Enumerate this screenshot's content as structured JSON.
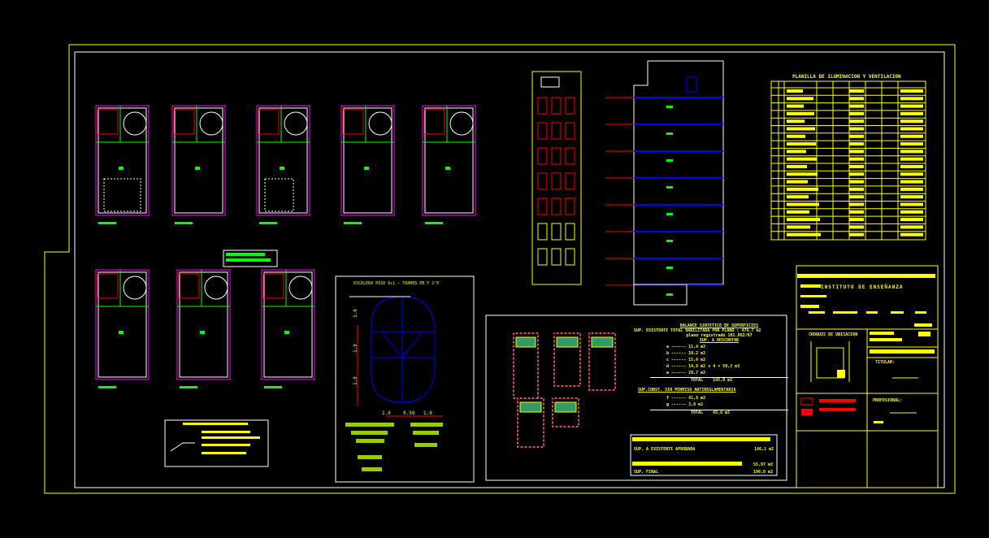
{
  "colors": {
    "bg": "#000000",
    "yellow": "#ffff00",
    "red": "#ff0000",
    "blue": "#0000ff",
    "green": "#00ff00",
    "magenta": "#ff00ff",
    "white": "#ffffff",
    "olive": "#99cc00"
  },
  "lighting_table": {
    "title": "PLANILLA DE ILUMINACION Y VENTILACION"
  },
  "title_block": {
    "institution": "INSTITUTO DE ENSEÑANZA",
    "location_label": "CROQUIS DE UBICACION",
    "owner_label": "TITULAR:",
    "professional_label": "PROFESIONAL:"
  },
  "stair": {
    "title": "ESCALERA PISO 0+1 - TRAMOS PB Y 1°P",
    "dims": [
      "1.0",
      "0.50",
      "1.0"
    ],
    "heights": [
      "1.0",
      "1.0",
      "1.0"
    ]
  },
  "balance": {
    "title": "BALANCE SINTETICO DE SUPERFICIES",
    "line1": "SUP. EXISTENTE TOTAL HABILITADA POR PLANO : 476,7 m2",
    "line2": "plano registrado 101.062/07",
    "discount_title": "SUP. A DESCONTAR",
    "rows": [
      {
        "k": "a",
        "v": "11,4 m2"
      },
      {
        "k": "b",
        "v": "10,2 m2"
      },
      {
        "k": "c",
        "v": "15,6 m2"
      },
      {
        "k": "d",
        "v": "14,8 m2 x 4 = 59,2 m2"
      },
      {
        "k": "e",
        "v": "28,7 m2"
      }
    ],
    "total_label": "TOTAL",
    "total_value": "145,0 m2",
    "nonperm_title": "SUP.CONST. SIN PERMISO ANTIREGLAMENTARIA",
    "nonperm_rows": [
      {
        "k": "f",
        "v": "41,8 m2"
      },
      {
        "k": "g",
        "v": "3,8 m2"
      }
    ],
    "total2_value": "45,6 m2",
    "approved_label": "SUP. A EXISTENTE APROBADA",
    "approved_value": "146,1 m2",
    "sub_value": "55,97 m2",
    "final_label": "SUP. FINAL",
    "final_value": "196,8 m2"
  }
}
